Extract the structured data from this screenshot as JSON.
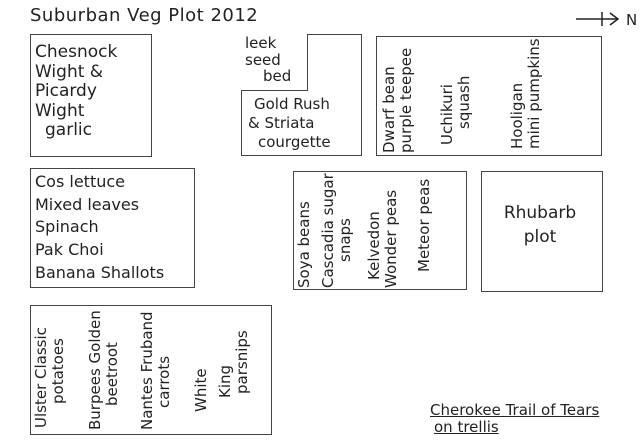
{
  "title": "Suburban Veg Plot 2012",
  "north_label": "N",
  "beds": {
    "garlic": {
      "lines": [
        "Chesnock",
        "Wight &",
        "Picardy Wight",
        "garlic"
      ]
    },
    "leek": {
      "inner": [
        "leek",
        "seed",
        "bed"
      ],
      "lines": [
        "Gold Rush",
        "& Striata",
        "courgette"
      ]
    },
    "squash": {
      "columns": [
        [
          "Dwarf bean",
          "purple teepee"
        ],
        [
          "Uchikuri",
          "squash"
        ],
        [
          "Hooligan",
          "mini pumpkins"
        ]
      ]
    },
    "lettuce": {
      "lines": [
        "Cos lettuce",
        "Mixed leaves",
        "Spinach",
        "Pak Choi",
        "Banana Shallots"
      ]
    },
    "beans": {
      "columns": [
        [
          "Soya beans"
        ],
        [
          "Cascadia sugar",
          "snaps"
        ],
        [
          "Kelvedon",
          "Wonder peas"
        ],
        [
          "Meteor peas"
        ]
      ]
    },
    "rhubarb": {
      "lines": [
        "Rhubarb",
        "plot"
      ]
    },
    "roots": {
      "columns": [
        [
          "Ulster Classic",
          "potatoes"
        ],
        [
          "Burpees Golden",
          "beetroot"
        ],
        [
          "Nantes Fruband",
          "carrots"
        ],
        [
          "White"
        ],
        [
          "King",
          "parsnips"
        ]
      ]
    }
  },
  "note": {
    "line1": "Cherokee Trail of Tears",
    "line2": "on trellis"
  }
}
